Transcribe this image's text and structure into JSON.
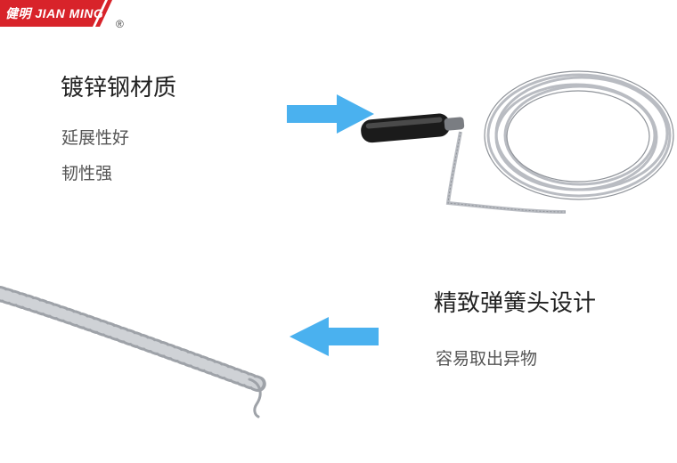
{
  "brand": {
    "chinese": "健明",
    "latin": "JIAN MING",
    "registered_mark": "®",
    "color": "#d8232a"
  },
  "feature_1": {
    "title": "镀锌钢材质",
    "lines": [
      "延展性好",
      "韧性强"
    ]
  },
  "feature_2": {
    "title": "精致弹簧头设计",
    "lines": [
      "容易取出异物"
    ]
  },
  "arrow_color": "#4ab1ef",
  "icons": {
    "arrow_right": "arrow-right-icon",
    "arrow_left": "arrow-left-icon"
  }
}
